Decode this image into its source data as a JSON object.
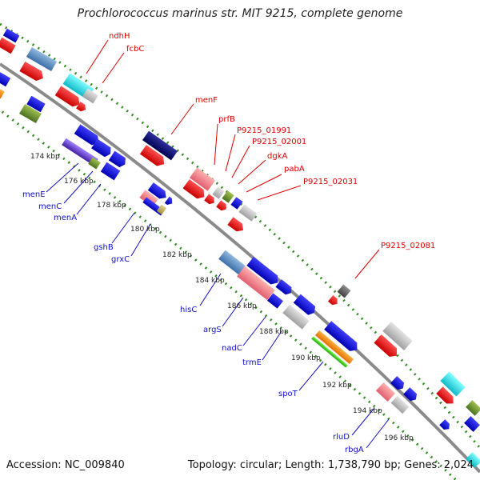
{
  "title": "Prochlorococcus marinus str. MIT 9215, complete genome",
  "accession": "Accession: NC_009840",
  "summary": "Topology: circular; Length: 1,738,790 bp; Genes: 2,024",
  "ticks": [
    "174 kbp",
    "176 kbp",
    "178 kbp",
    "180 kbp",
    "182 kbp",
    "184 kbp",
    "186 kbp",
    "188 kbp",
    "190 kbp",
    "192 kbp",
    "194 kbp",
    "196 kbp"
  ],
  "forward_labels": [
    "ndhH",
    "fcbC",
    "menF",
    "prfB",
    "P9215_01991",
    "P9215_02001",
    "dgkA",
    "pabA",
    "P9215_02031",
    "P9215_02081"
  ],
  "reverse_labels": [
    "menE",
    "menC",
    "menA",
    "gshB",
    "grxC",
    "hisC",
    "argS",
    "nadC",
    "trmE",
    "spoT",
    "rluD",
    "rbgA"
  ],
  "colors": {
    "backbone": "#8a8a8a",
    "dots": "#2e8b1e",
    "forward_label": "#e00000",
    "reverse_label": "#1010c8"
  }
}
